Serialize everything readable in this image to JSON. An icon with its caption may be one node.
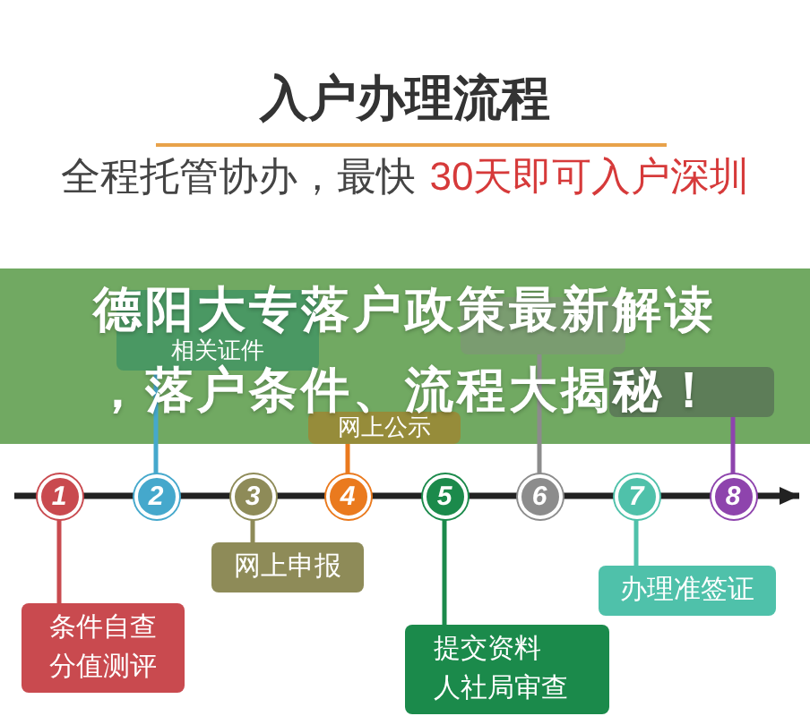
{
  "diagram": {
    "title": "入户办理流程",
    "nodes": [
      {
        "text": [
          "德阳大专落户政策最新解读",
          "，落户条件、流程大揭秘！"
        ]
      },
      {
        "text": [
          "1"
        ]
      },
      {
        "text": [
          "2"
        ]
      },
      {
        "text": [
          "3"
        ]
      },
      {
        "text": [
          "4"
        ]
      },
      {
        "text": [
          "5"
        ]
      },
      {
        "text": [
          "6"
        ]
      },
      {
        "text": [
          "7"
        ]
      },
      {
        "text": [
          "8"
        ]
      },
      {
        "text": [
          "条件自查",
          "分值测评"
        ]
      },
      {
        "text": [
          "相关证件"
        ],
        "in": 0
      },
      {
        "text": [
          "网上申报"
        ]
      },
      {
        "text": [
          "网上公示"
        ],
        "in": 0
      },
      {
        "text": [
          "提交资料",
          "人社局审查"
        ]
      },
      {
        "text": [],
        "shape": "box",
        "in": 0
      },
      {
        "text": [
          "办理准签证"
        ]
      },
      {
        "text": [],
        "shape": "box",
        "in": 0
      }
    ],
    "edges": [
      {
        "from": null,
        "to": 1,
        "arrow": "none"
      },
      {
        "from": 1,
        "to": 2,
        "arrow": "none"
      },
      {
        "from": 2,
        "to": 3,
        "arrow": "none"
      },
      {
        "from": 3,
        "to": 4,
        "arrow": "none"
      },
      {
        "from": 4,
        "to": 5,
        "arrow": "none"
      },
      {
        "from": 5,
        "to": 6,
        "arrow": "none"
      },
      {
        "from": 6,
        "to": 7,
        "arrow": "none"
      },
      {
        "from": 7,
        "to": 8,
        "arrow": "none"
      },
      {
        "from": 8,
        "to": null,
        "arrow": "to"
      },
      {
        "from": 1,
        "to": 9,
        "arrow": "none",
        "color": "#c94a4f"
      },
      {
        "from": 2,
        "to": 10,
        "arrow": "none",
        "color": "#45a8cc"
      },
      {
        "from": 3,
        "to": 11,
        "arrow": "none",
        "color": "#8e8b58"
      },
      {
        "from": 4,
        "to": 12,
        "arrow": "none",
        "color": "#ea7a1e"
      },
      {
        "from": 5,
        "to": 13,
        "arrow": "none",
        "color": "#1b8a4b"
      },
      {
        "from": 6,
        "to": 14,
        "arrow": "none",
        "color": "#8c8c8c"
      },
      {
        "from": 7,
        "to": 15,
        "arrow": "none",
        "color": "#4fc1aa"
      },
      {
        "from": 8,
        "to": 16,
        "arrow": "none",
        "color": "#8e44ad"
      }
    ],
    "labels": [
      "全程托管协办，最快",
      "30天即可入户深圳"
    ]
  }
}
